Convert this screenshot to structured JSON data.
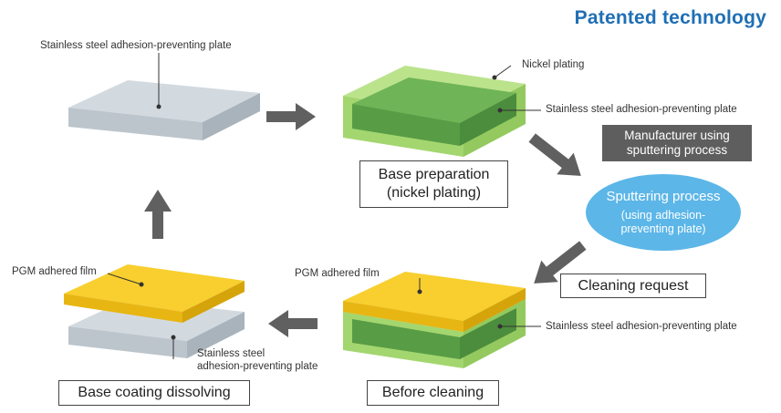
{
  "title": "Patented technology",
  "labels": {
    "top_left_plate": "Stainless steel adhesion-preventing plate",
    "nickel_plating": "Nickel plating",
    "top_right_plate": "Stainless steel adhesion-preventing plate",
    "pgm_left": "PGM adhered film",
    "steel_left_1": "Stainless steel",
    "steel_left_2": "adhesion-preventing plate",
    "pgm_right": "PGM adhered film",
    "bottom_right_plate": "Stainless steel adhesion-preventing plate"
  },
  "boxes": {
    "base_prep_1": "Base preparation",
    "base_prep_2": "(nickel plating)",
    "manufacturer_1": "Manufacturer using",
    "manufacturer_2": "sputtering process",
    "cleaning_request": "Cleaning request",
    "before_cleaning": "Before cleaning",
    "base_coating": "Base coating dissolving"
  },
  "sputtering": {
    "title": "Sputtering process",
    "sub_1": "(using adhesion-",
    "sub_2": "preventing plate)"
  },
  "colors": {
    "heading": "#1f6fb5",
    "steel_top": "#c9d1d7",
    "nickel_outer": "#a9dc72",
    "green_plate": "#5fa64a",
    "pgm_yellow": "#f7c51b",
    "ellipse": "#5cb6e8",
    "arrow": "#606060"
  }
}
